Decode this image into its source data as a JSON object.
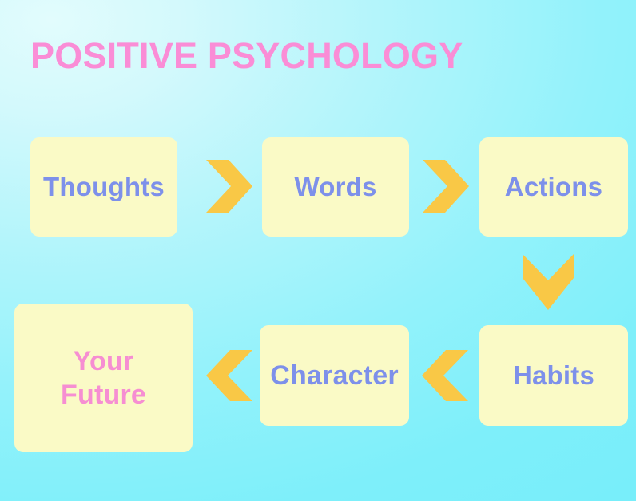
{
  "poster": {
    "title": "POSITIVE PSYCHOLOGY",
    "background_start_color": "#e2fcfd",
    "background_end_color": "#76eefa",
    "box_fill_color": "#fafac6",
    "box_text_color": "#7d90ea",
    "accent_pink_color": "#f68ed2",
    "arrow_color": "#f9c846"
  },
  "flow": {
    "steps": [
      {
        "id": "thoughts",
        "label": "Thoughts",
        "row": 1,
        "order": 1,
        "text_color": "#7d90ea"
      },
      {
        "id": "words",
        "label": "Words",
        "row": 1,
        "order": 2,
        "text_color": "#7d90ea"
      },
      {
        "id": "actions",
        "label": "Actions",
        "row": 1,
        "order": 3,
        "text_color": "#7d90ea"
      },
      {
        "id": "habits",
        "label": "Habits",
        "row": 2,
        "order": 4,
        "text_color": "#7d90ea"
      },
      {
        "id": "character",
        "label": "Character",
        "row": 2,
        "order": 5,
        "text_color": "#7d90ea"
      },
      {
        "id": "your-future",
        "label": "Your Future",
        "row": 2,
        "order": 6,
        "text_color": "#f68ed2",
        "line1": "Your",
        "line2": "Future"
      }
    ],
    "arrows": [
      {
        "id": "thoughts-words",
        "from": "thoughts",
        "to": "words",
        "direction": "right"
      },
      {
        "id": "words-actions",
        "from": "words",
        "to": "actions",
        "direction": "right"
      },
      {
        "id": "actions-habits",
        "from": "actions",
        "to": "habits",
        "direction": "down"
      },
      {
        "id": "habits-character",
        "from": "habits",
        "to": "character",
        "direction": "left"
      },
      {
        "id": "character-your-future",
        "from": "character",
        "to": "your-future",
        "direction": "left"
      }
    ]
  }
}
